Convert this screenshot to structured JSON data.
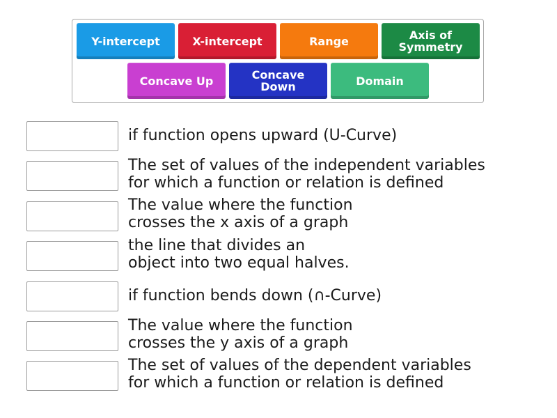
{
  "answer_bank": {
    "tiles": [
      {
        "label": "Y-intercept",
        "color": "#1a9be6"
      },
      {
        "label": "X-intercept",
        "color": "#d91f35"
      },
      {
        "label": "Range",
        "color": "#f57a0e"
      },
      {
        "label": "Axis of\nSymmetry",
        "color": "#1c8a45"
      },
      {
        "label": "Concave Up",
        "color": "#c93fd1"
      },
      {
        "label": "Concave\nDown",
        "color": "#2433c4"
      },
      {
        "label": "Domain",
        "color": "#3cbb7e"
      }
    ]
  },
  "matching": {
    "rows": [
      {
        "answer_slot": "",
        "clue": "if function opens upward (U-Curve)"
      },
      {
        "answer_slot": "",
        "clue": "The set of values of the independent variables\nfor which a function or relation is defined"
      },
      {
        "answer_slot": "",
        "clue": "The value where the function\ncrosses the x axis of a graph"
      },
      {
        "answer_slot": "",
        "clue": "the line that divides an\nobject into two equal halves."
      },
      {
        "answer_slot": "",
        "clue": "if function bends down (∩-Curve)"
      },
      {
        "answer_slot": "",
        "clue": "The value where the function\ncrosses the y axis of a graph"
      },
      {
        "answer_slot": "",
        "clue": "The set of values of the dependent variables\nfor which a function or relation is defined"
      }
    ]
  }
}
